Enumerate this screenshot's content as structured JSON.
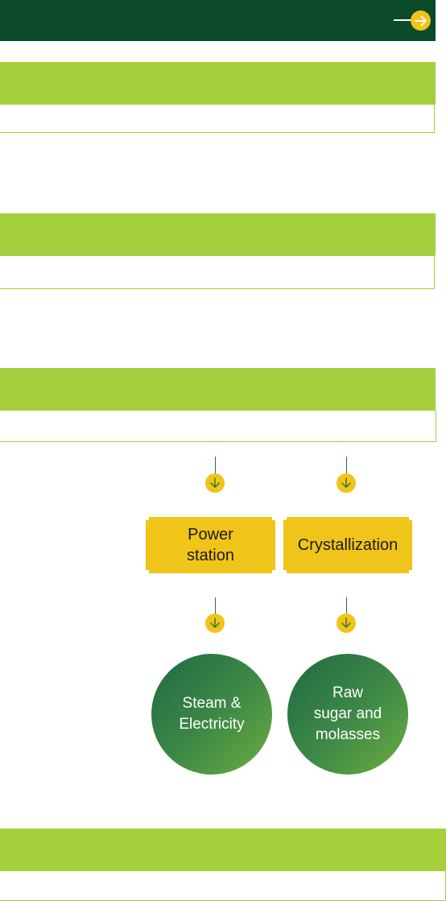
{
  "flow": {
    "power_station": "Power\nstation",
    "crystallization": "Crystallization",
    "steam_electricity": "Steam &\nElectricity",
    "raw_sugar": "Raw\nsugar and\nmolasses"
  },
  "colors": {
    "topbar": "#0b4a2b",
    "section_header": "#a6cf3c",
    "accent_yellow": "#f0c419",
    "circle_dark": "#1f6a43",
    "circle_light": "#6cae3e"
  },
  "icons": {
    "top_arrow": "arrow-right-icon",
    "flow_arrows": "arrow-down-icon"
  }
}
